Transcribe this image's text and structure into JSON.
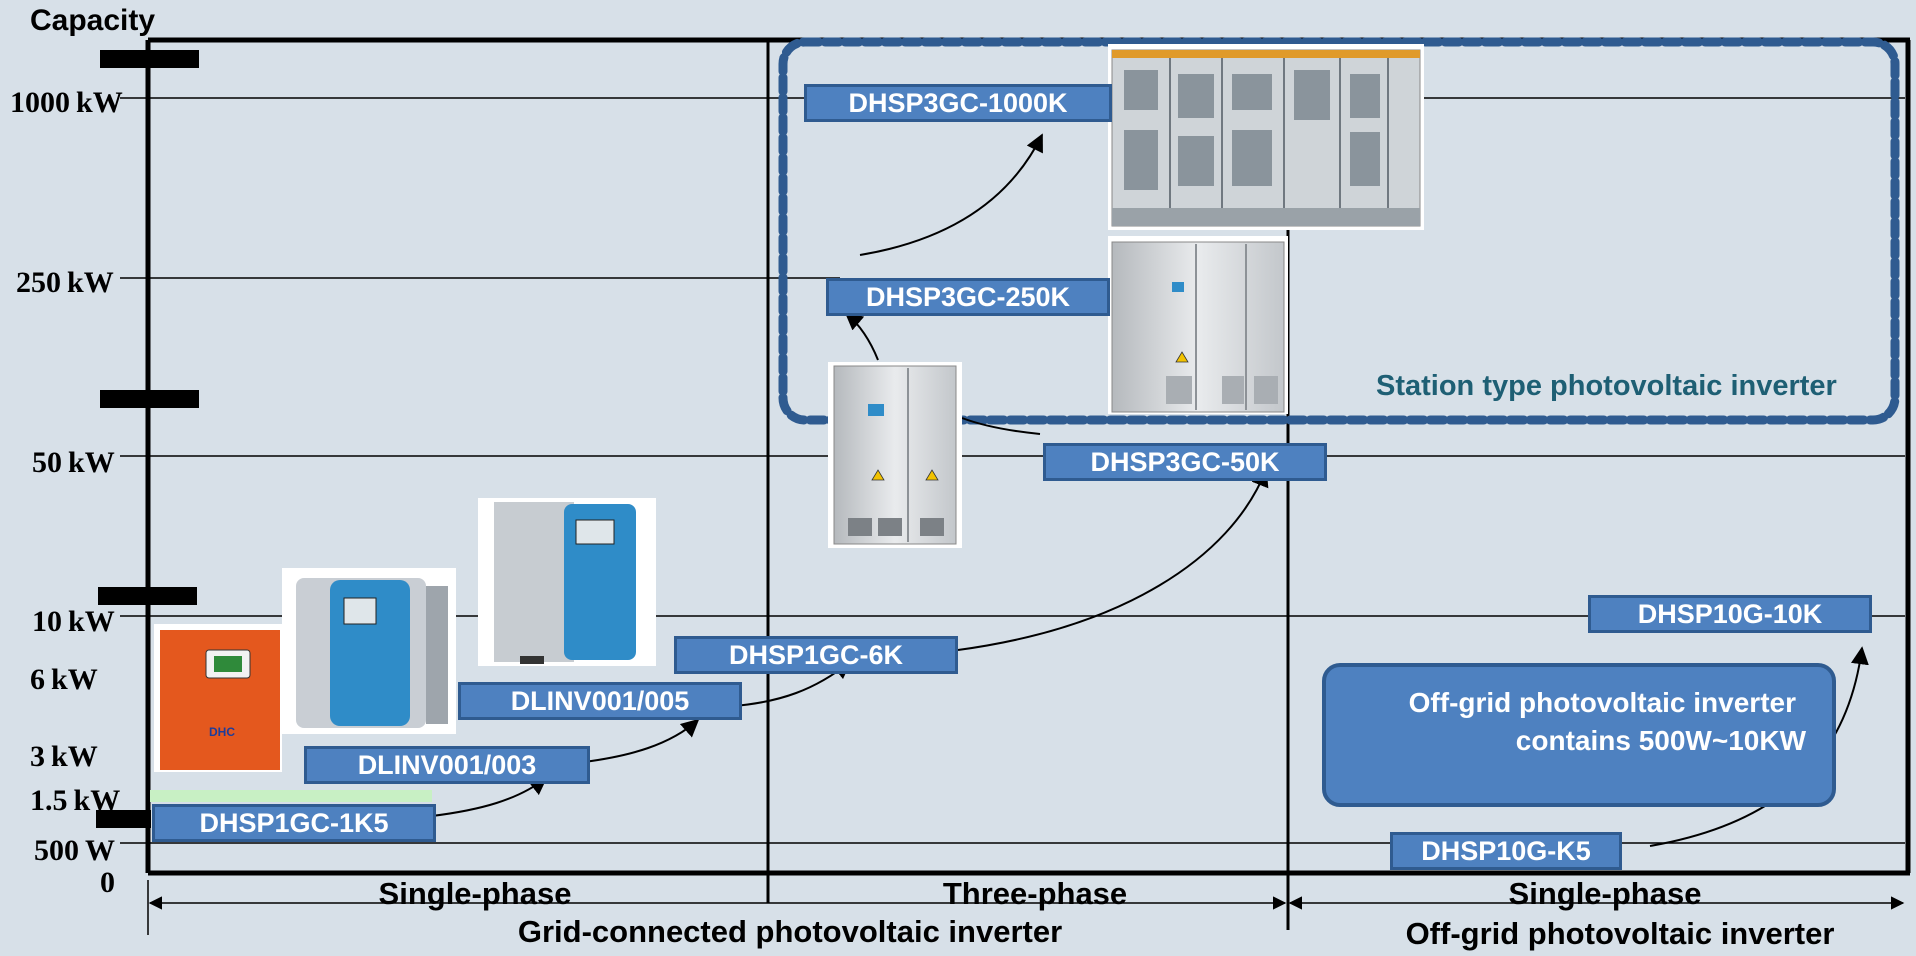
{
  "axis": {
    "title": "Capacity",
    "ticks": [
      "1000 kW",
      "250 kW",
      "50 kW",
      "10 kW",
      "6 kW",
      "3 kW",
      "1.5 kW",
      "500 W",
      "0"
    ]
  },
  "products": {
    "dhsp1gc_1k5": "DHSP1GC-1K5",
    "dlinv001_003": "DLINV001/003",
    "dlinv001_005": "DLINV001/005",
    "dhsp1gc_6k": "DHSP1GC-6K",
    "dhsp3gc_50k": "DHSP3GC-50K",
    "dhsp3gc_250k": "DHSP3GC-250K",
    "dhsp3gc_1000k": "DHSP3GC-1000K",
    "dhsp10g_k5": "DHSP10G-K5",
    "dhsp10g_10k": "DHSP10G-10K"
  },
  "station_label": "Station type photovoltaic inverter",
  "offgrid_box": {
    "line1": "Off-grid photovoltaic inverter",
    "line2": "contains 500W~10KW"
  },
  "sections": {
    "single_phase_grid": "Single-phase",
    "three_phase": "Three-phase",
    "single_phase_offgrid": "Single-phase",
    "grid_connected": "Grid-connected photovoltaic inverter",
    "off_grid": "Off-grid photovoltaic inverter"
  },
  "logo_text": "DHC",
  "colors": {
    "label_fill": "#4e81c0",
    "label_border": "#2f5b90",
    "station_border": "#2f5b90",
    "station_text": "#1e5f74",
    "background": "#d7e0e8"
  }
}
